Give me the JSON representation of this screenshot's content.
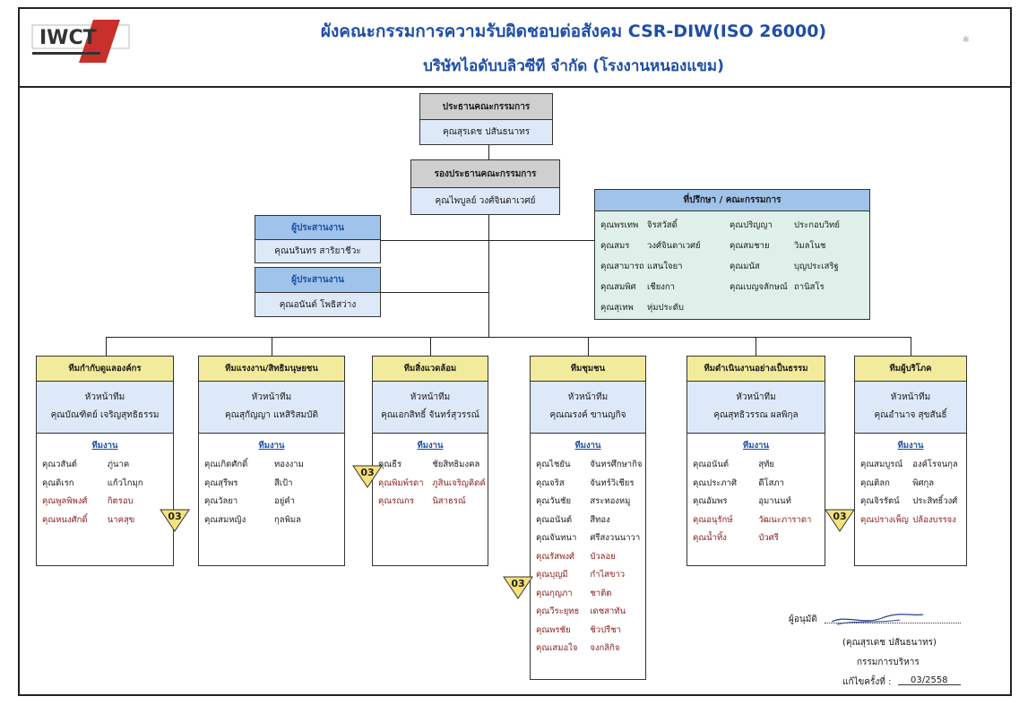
{
  "header": {
    "logo_text": "IWCT",
    "title_line1": "ผังคณะกรรมการความรับผิดชอบต่อสังคม CSR-DIW(ISO 26000)",
    "title_line2": "บริษัทไอดับบลิวซีที  จำกัด (โรงงานหนองแขม)"
  },
  "chairman": {
    "role": "ประธานคณะกรรมการ",
    "name": "คุณสุรเดช  ปสันธนาทร"
  },
  "vice_chairman": {
    "role": "รองประธานคณะกรรมการ",
    "name": "คุณไพบูลย์ วงศ์จินดาเวศย์"
  },
  "coordinators": [
    {
      "role": "ผู้ประสานงาน",
      "name": "คุณนรินทร  สาริยาชีวะ"
    },
    {
      "role": "ผู้ประสานงาน",
      "name": "คุณอนันต์  โพธิสว่าง"
    }
  ],
  "advisors": {
    "role": "ที่ปรึกษา / คณะกรรมการ",
    "rows": [
      [
        "คุณพรเทพ",
        "จิรสวัสดิ์",
        "คุณปริญญา",
        "ประกอบวิทย์"
      ],
      [
        "คุณสมร",
        "วงศ์จินดาเวศย์",
        "คุณสมชาย",
        "วิมลโนช"
      ],
      [
        "คุณสามารถ",
        "แสนใจยา",
        "คุณมนัส",
        "บุญประเสริฐ"
      ],
      [
        "คุณสมพิศ",
        "เชียงกา",
        "คุณเบญจลักษณ์",
        "ถานิสโร"
      ],
      [
        "คุณสุเทพ",
        "หุ่มประดับ",
        "",
        ""
      ]
    ]
  },
  "teams": [
    {
      "title": "ทีมกำกับดูแลองค์กร",
      "lead_label": "หัวหน้าทีม",
      "lead_name": "คุณบัณฑิตย์  เจริญสุทธิธรรม",
      "sub": "ทีมงาน",
      "members": [
        {
          "first": "คุณวสันต์",
          "last": "ภู่นาค",
          "red": false
        },
        {
          "first": "คุณดิเรก",
          "last": "แก้วไกมุก",
          "red": false
        },
        {
          "first": "คุณพูลพิพงศ์",
          "last": "กิตรอบ",
          "red": true
        },
        {
          "first": "คุณหนงศักดิ์",
          "last": "นาคสุข",
          "red": true
        }
      ],
      "badge": "03"
    },
    {
      "title": "ทีมแรงงาน/สิทธิมนุษยชน",
      "lead_label": "หัวหน้าทีม",
      "lead_name": "คุณสุกัญญา  แหสิริสมบัติ",
      "sub": "ทีมงาน",
      "members": [
        {
          "first": "คุณเกิดศักดิ์",
          "last": "ทองงาม",
          "red": false
        },
        {
          "first": "คุณสุรีพร",
          "last": "สีเป้า",
          "red": false
        },
        {
          "first": "คุณวัลยา",
          "last": "อยู่คำ",
          "red": false
        },
        {
          "first": "คุณสมหญิง",
          "last": "กุลพิมล",
          "red": false
        }
      ],
      "badge": ""
    },
    {
      "title": "ทีมสิ่งแวดล้อม",
      "lead_label": "หัวหน้าทีม",
      "lead_name": "คุณเอกสิทธิ์  จันทร์สุวรรณ์",
      "sub": "ทีมงาน",
      "members": [
        {
          "first": "คุณธีร",
          "last": "ชัยสิทธิมงคล",
          "red": false
        },
        {
          "first": "คุณพิมพ์รดา",
          "last": "ภูสินเจริญคิดค์",
          "red": true
        },
        {
          "first": "คุณรณกร",
          "last": "นิสาธรณ์",
          "red": true
        }
      ],
      "badge": "03"
    },
    {
      "title": "ทีมชุมชน",
      "lead_label": "หัวหน้าทีม",
      "lead_name": "คุณณรงค์  ขานญกิจ",
      "sub": "ทีมงาน",
      "members": [
        {
          "first": "คุณไชยัน",
          "last": "จันทรศึกษากิจ",
          "red": false
        },
        {
          "first": "คุณจริส",
          "last": "จันทร์วิเชียร",
          "red": false
        },
        {
          "first": "คุณวันชัย",
          "last": "สระทองหมู",
          "red": false
        },
        {
          "first": "คุณอนันต์",
          "last": "สีทอง",
          "red": false
        },
        {
          "first": "คุณจันทนา",
          "last": "ศรีสงวนนาวา",
          "red": false
        },
        {
          "first": "คุณรัสพงศ์",
          "last": "บัวลอย",
          "red": true
        },
        {
          "first": "คุณบุญมี",
          "last": "กำไสขาว",
          "red": true
        },
        {
          "first": "คุณกุญภา",
          "last": "ชาติต",
          "red": true
        },
        {
          "first": "คุณวีระยุทธ",
          "last": "เดชสาทัน",
          "red": true
        },
        {
          "first": "คุณพรชัย",
          "last": "ชิวปรีชา",
          "red": true
        },
        {
          "first": "คุณเสมอใจ",
          "last": "จงกลิกิจ",
          "red": true
        }
      ],
      "badge": "03"
    },
    {
      "title": "ทีมดำเนินงานอย่างเป็นธรรม",
      "lead_label": "หัวหน้าทีม",
      "lead_name": "คุณสุทธิวรรณ  ผลพิกุล",
      "sub": "ทีมงาน",
      "members": [
        {
          "first": "คุณอนันต์",
          "last": "สุทัย",
          "red": false
        },
        {
          "first": "คุณประภาศิ",
          "last": "ดีโสภา",
          "red": false
        },
        {
          "first": "คุณอัมพร",
          "last": "อุมานนท์",
          "red": false
        },
        {
          "first": "คุณอนุรักษ์",
          "last": "วัฒนะภาราดา",
          "red": true
        },
        {
          "first": "คุณน้ำทิ้ง",
          "last": "บัวศรี",
          "red": true
        }
      ],
      "badge": ""
    },
    {
      "title": "ทีมผู้บริโภค",
      "lead_label": "หัวหน้าทีม",
      "lead_name": "คุณอำนาจ  สุขสันธิ์",
      "sub": "ทีมงาน",
      "members": [
        {
          "first": "คุณสมบูรณ์",
          "last": "องค์โรจนกุล",
          "red": false
        },
        {
          "first": "คุณติลก",
          "last": "พิศกุล",
          "red": false
        },
        {
          "first": "คุณจิรรัตน์",
          "last": "ประสิทธิ์วงศ์",
          "red": false
        },
        {
          "first": "คุณปรางเพ็ญ",
          "last": "ปล้องบรรจง",
          "red": true
        }
      ],
      "badge": "03"
    }
  ],
  "approval": {
    "label": "ผู้อนุมัติ",
    "name": "(คุณสุรเดช  ปสันธนาทร)",
    "position": "กรรมการบริหาร",
    "revision_label": "แก้ไขครั้งที่ :",
    "revision_value": "03/2558"
  }
}
